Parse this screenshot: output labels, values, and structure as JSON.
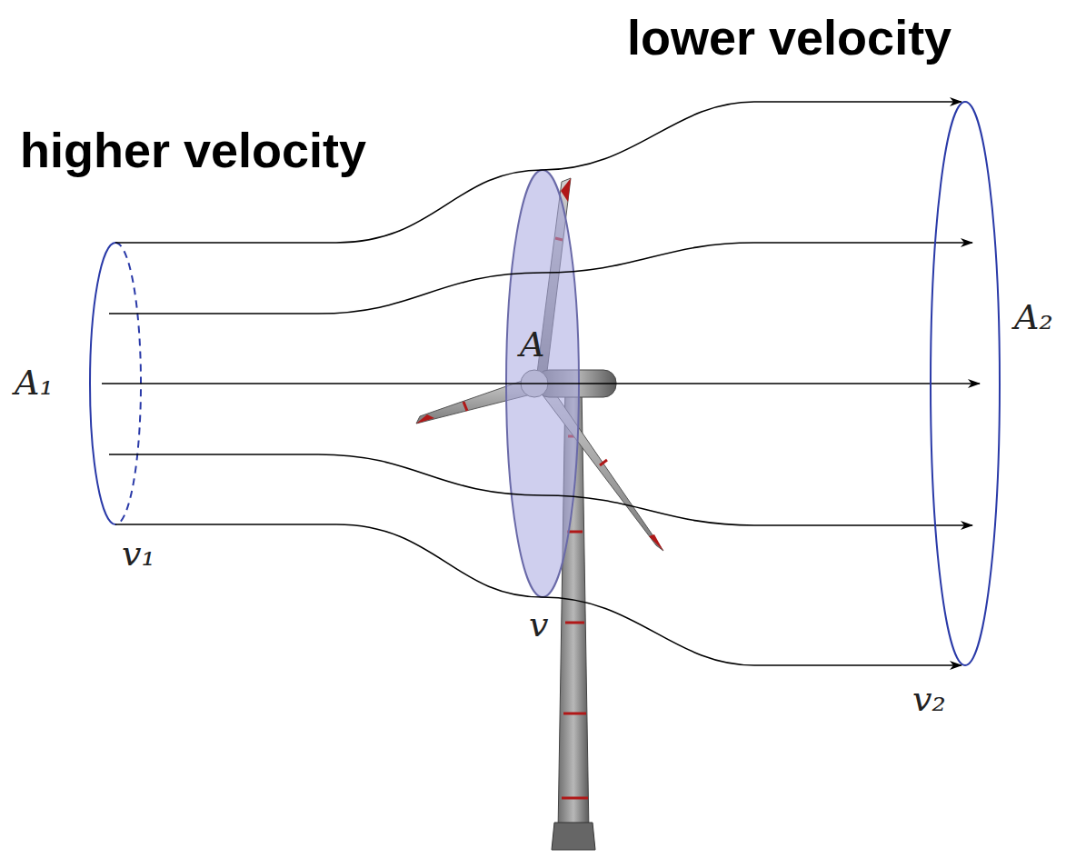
{
  "diagram": {
    "labels": [
      "lower velocity",
      "higher velocity",
      "A₁",
      "v₁",
      "A",
      "v",
      "A₂",
      "v₂"
    ]
  }
}
